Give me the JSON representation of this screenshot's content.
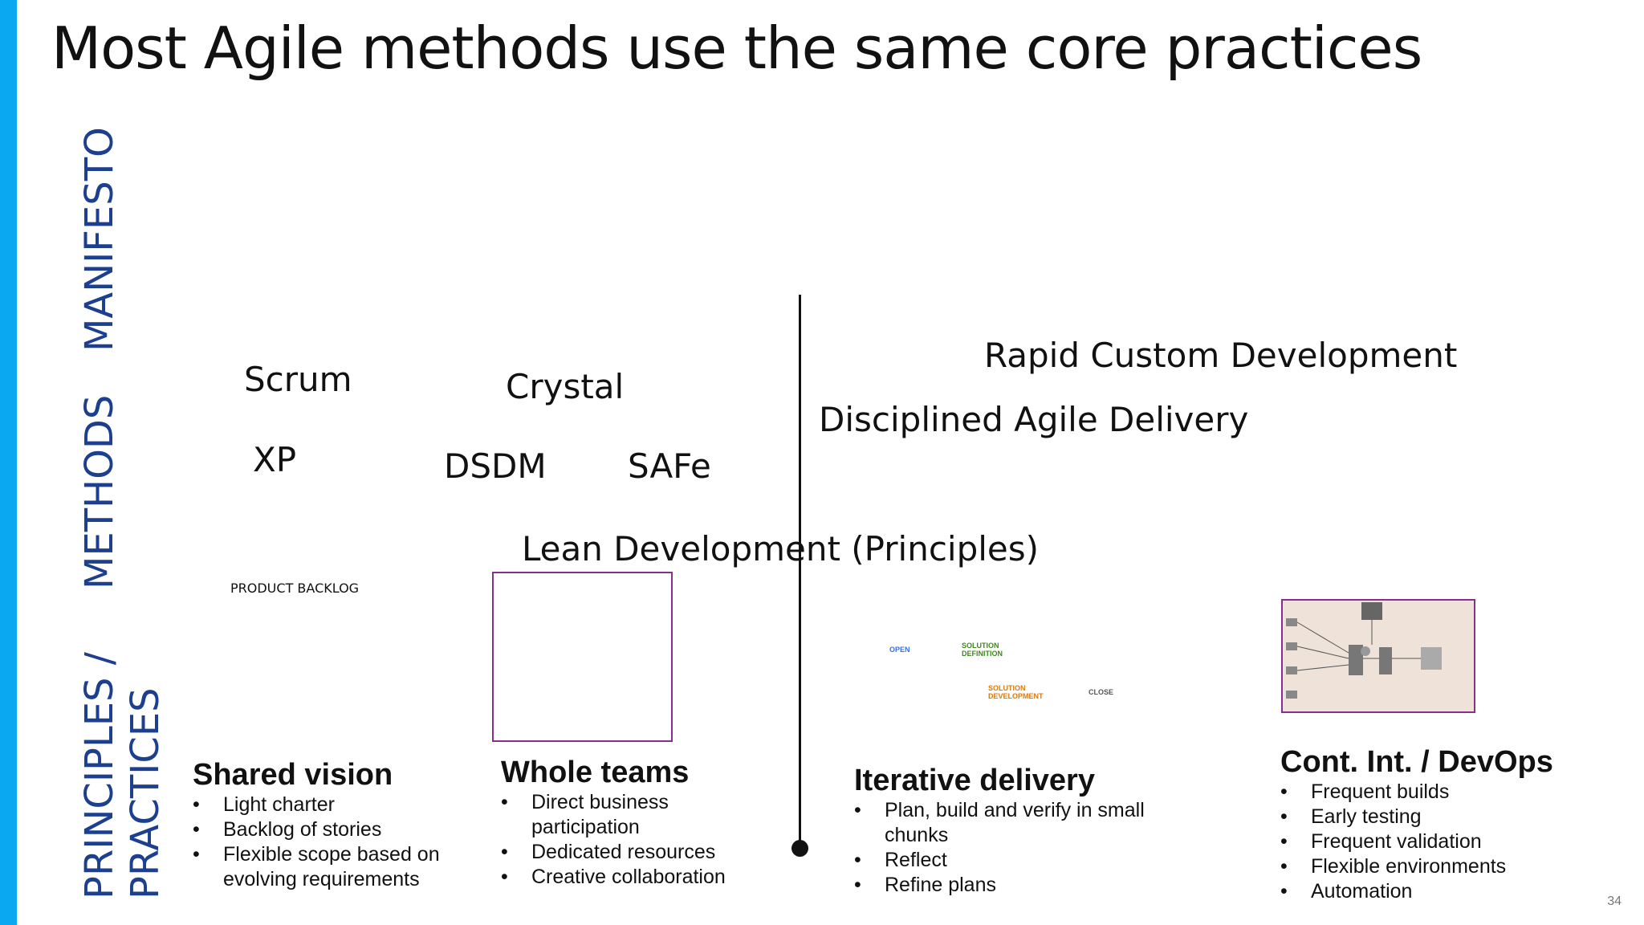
{
  "slide": {
    "title": "Most Agile methods use the same core practices",
    "page_number": "34"
  },
  "side_labels": {
    "manifesto": "MANIFESTO",
    "methods": "METHODS",
    "principles_line1": "PRINCIPLES /",
    "principles_line2": "PRACTICES"
  },
  "methods": {
    "scrum": "Scrum",
    "xp": "XP",
    "crystal": "Crystal",
    "dsdm": "DSDM",
    "safe": "SAFe",
    "rapid": "Rapid Custom Development",
    "dad": "Disciplined Agile Delivery",
    "lean": "Lean Development (Principles)"
  },
  "diagrams": {
    "product_backlog": "PRODUCT BACKLOG",
    "phase_open": "OPEN",
    "phase_solution_definition_1": "SOLUTION",
    "phase_solution_definition_2": "DEFINITION",
    "phase_solution_development_1": "SOLUTION",
    "phase_solution_development_2": "DEVELOPMENT",
    "phase_close": "CLOSE"
  },
  "practices": [
    {
      "title": "Shared vision",
      "items": [
        "Light charter",
        "Backlog of stories",
        "Flexible scope based on evolving requirements"
      ]
    },
    {
      "title": "Whole teams",
      "items": [
        "Direct business participation",
        "Dedicated resources",
        "Creative collaboration"
      ]
    },
    {
      "title": "Iterative delivery",
      "items": [
        "Plan, build and verify in small chunks",
        "Reflect",
        "Refine plans"
      ]
    },
    {
      "title": "Cont. Int. / DevOps",
      "items": [
        "Frequent builds",
        "Early testing",
        "Frequent validation",
        "Flexible environments",
        "Automation"
      ]
    }
  ],
  "colors": {
    "accent_bar": "#0aa8f0",
    "side_label": "#1c3f8f",
    "frame_border": "#8a2e8e",
    "phase_open": "#3a6fd8",
    "phase_definition": "#3a8a1a",
    "phase_development": "#d87a10",
    "phase_close": "#555555",
    "ci_background": "#efe2d8"
  }
}
